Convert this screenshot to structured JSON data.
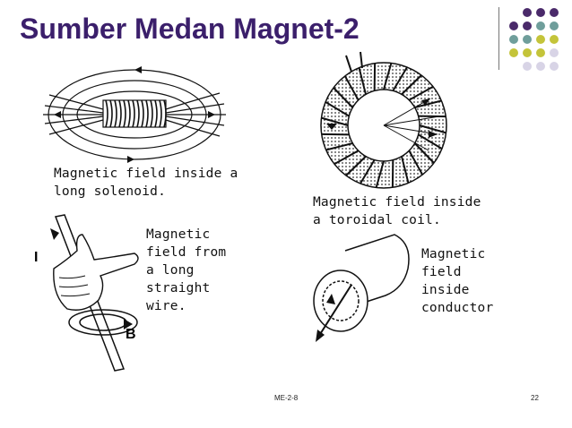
{
  "slide": {
    "title": "Sumber Medan Magnet-2",
    "footer_center": "ME-2-8",
    "page_number": "22"
  },
  "colors": {
    "title": "#3b1f6b",
    "dot_purple": "#4a2a6a",
    "dot_teal": "#6f9e9b",
    "dot_olive": "#c4c43a",
    "dot_lavender": "#d8d4e6"
  },
  "figures": {
    "solenoid": {
      "caption_line1": "Magnetic field inside a",
      "caption_line2": "long solenoid."
    },
    "toroid": {
      "caption_line1": "Magnetic field inside",
      "caption_line2": "a toroidal coil."
    },
    "wire": {
      "caption_line1": "Magnetic",
      "caption_line2": "field from",
      "caption_line3": "a long",
      "caption_line4": "straight",
      "caption_line5": "wire.",
      "label_current": "I",
      "label_field": "B"
    },
    "conductor": {
      "caption_line1": "Magnetic",
      "caption_line2": "field",
      "caption_line3": "inside",
      "caption_line4": "conductor"
    }
  }
}
